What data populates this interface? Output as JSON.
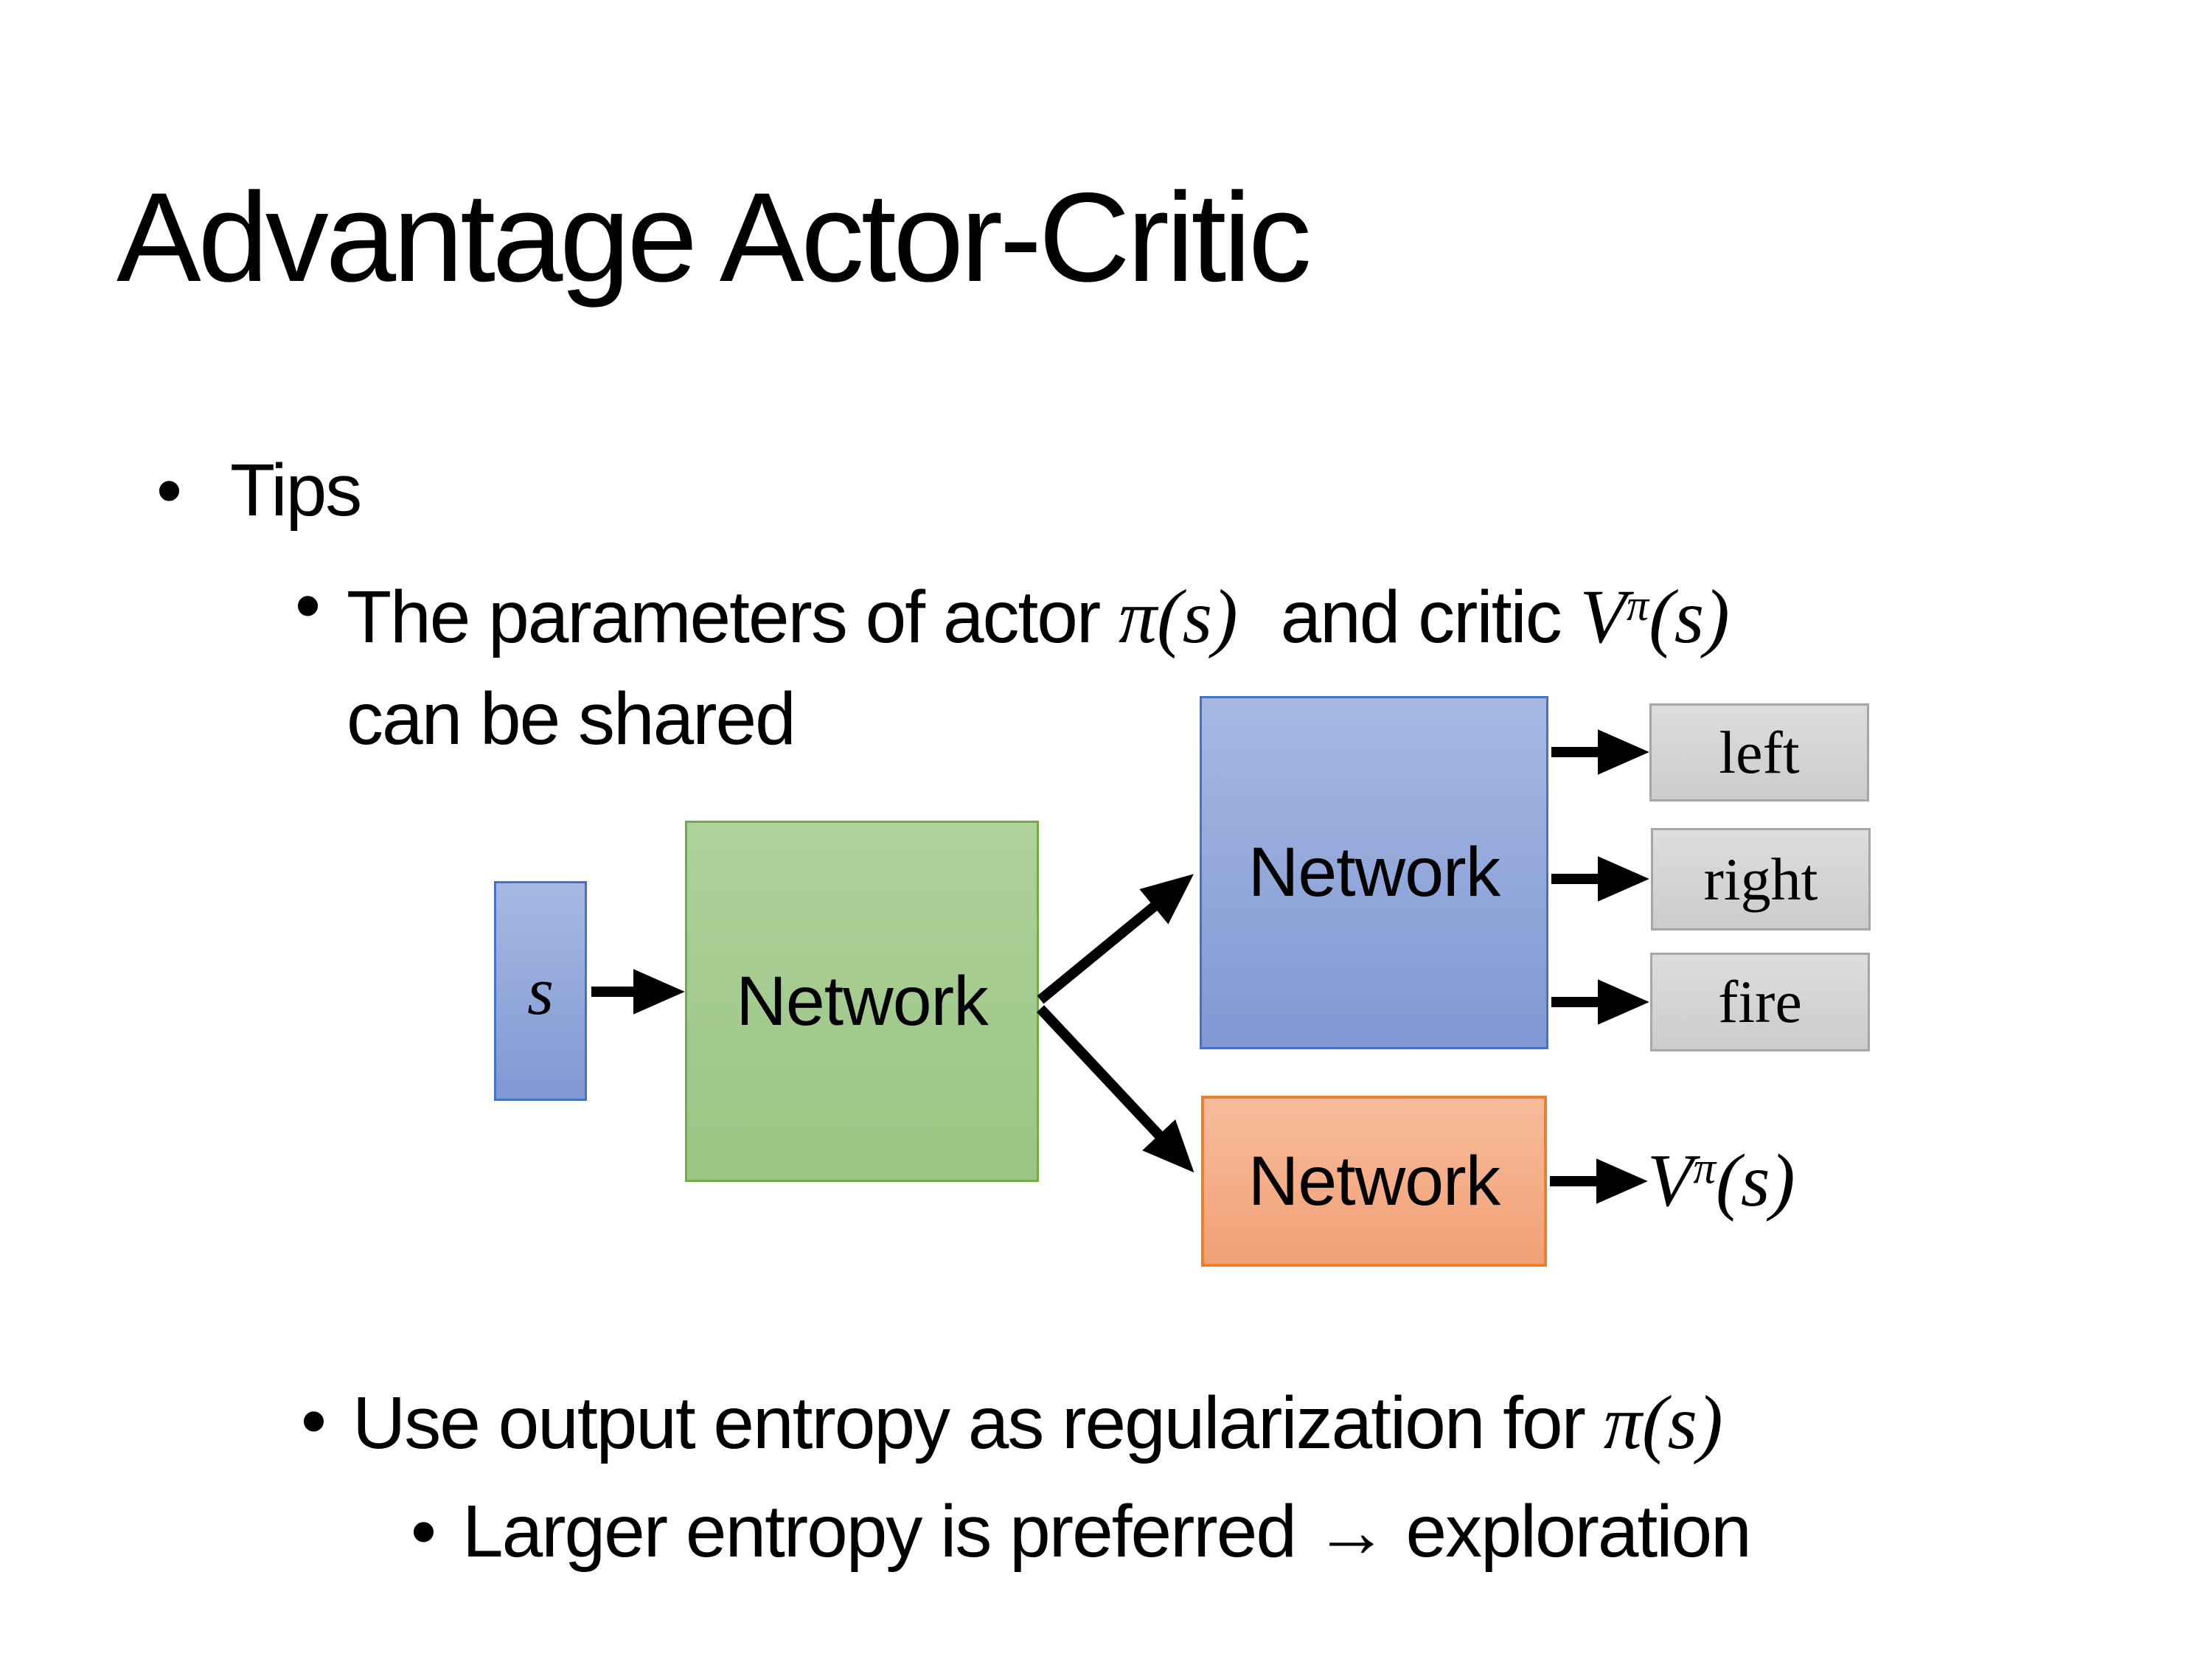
{
  "slide": {
    "title": "Advantage Actor-Critic",
    "bullet_char": "•",
    "bullets": {
      "tips": "Tips",
      "shared_pre": "The parameters of actor ",
      "shared_math_pi": "π(s)",
      "shared_mid": " and critic ",
      "shared_v_base": "V",
      "shared_v_sup": "π",
      "shared_v_args": "(s)",
      "shared_line2": "can be shared",
      "entropy_pre": "Use output entropy as regularization for ",
      "entropy_math_pi": "π(s)",
      "exploration": "Larger entropy is preferred → exploration"
    },
    "diagram": {
      "input_label": "s",
      "shared_network": "Network",
      "actor_network": "Network",
      "critic_network": "Network",
      "actions": [
        "left",
        "right",
        "fire"
      ],
      "value_base": "V",
      "value_sup": "π",
      "value_args": "(s)",
      "arrow_color": "#000000",
      "colors": {
        "blue_fill_top": "#a7b8e2",
        "blue_fill_bottom": "#8098d3",
        "blue_border": "#4472c4",
        "green_fill_top": "#afd19b",
        "green_fill_bottom": "#9ac584",
        "green_border": "#70ad47",
        "orange_fill_top": "#f7bc9c",
        "orange_fill_bottom": "#f1a075",
        "orange_border": "#e8802e",
        "gray_fill_top": "#dddddd",
        "gray_fill_bottom": "#cccccc",
        "gray_border": "#a6a6a6"
      }
    }
  }
}
